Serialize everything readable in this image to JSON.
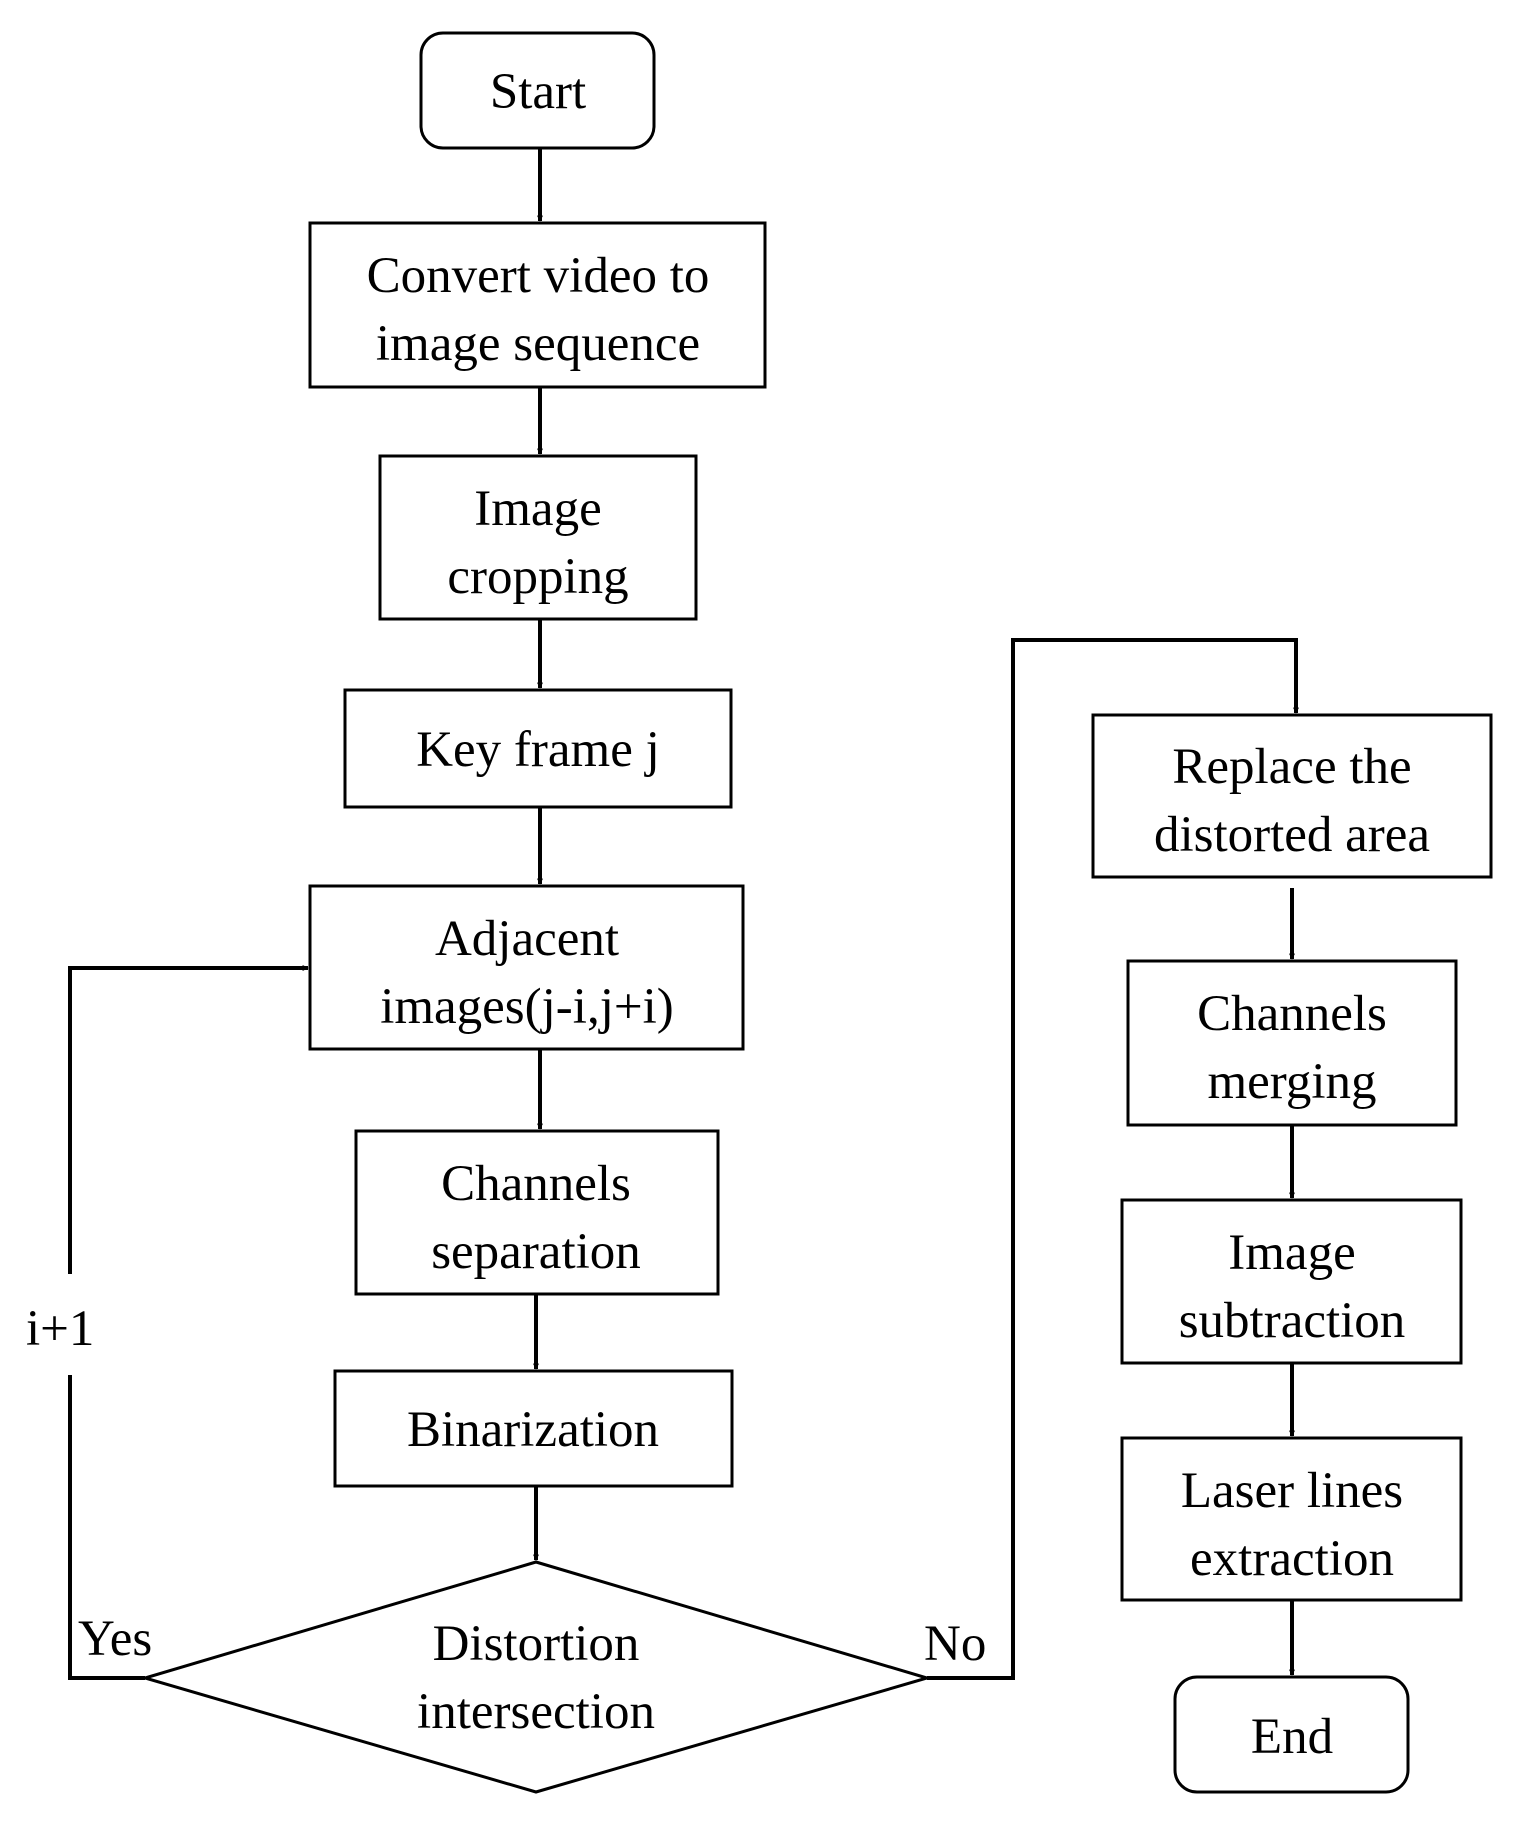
{
  "flowchart": {
    "nodes": {
      "start": {
        "lines": [
          "Start"
        ]
      },
      "convert": {
        "lines": [
          "Convert video to",
          "image sequence"
        ]
      },
      "crop": {
        "lines": [
          "Image",
          "cropping"
        ]
      },
      "keyframe": {
        "lines": [
          "Key frame j"
        ]
      },
      "adjacent": {
        "lines": [
          "Adjacent",
          "images(j-i,j+i)"
        ]
      },
      "separation": {
        "lines": [
          "Channels",
          "separation"
        ]
      },
      "binarization": {
        "lines": [
          "Binarization"
        ]
      },
      "decision": {
        "lines": [
          "Distortion",
          "intersection"
        ]
      },
      "replace": {
        "lines": [
          "Replace the",
          "distorted area"
        ]
      },
      "merging": {
        "lines": [
          "Channels",
          "merging"
        ]
      },
      "subtraction": {
        "lines": [
          "Image",
          "subtraction"
        ]
      },
      "laser": {
        "lines": [
          "Laser lines",
          "extraction"
        ]
      },
      "end": {
        "lines": [
          "End"
        ]
      }
    },
    "edge_labels": {
      "yes": "Yes",
      "no": "No",
      "loop": "i+1"
    }
  }
}
